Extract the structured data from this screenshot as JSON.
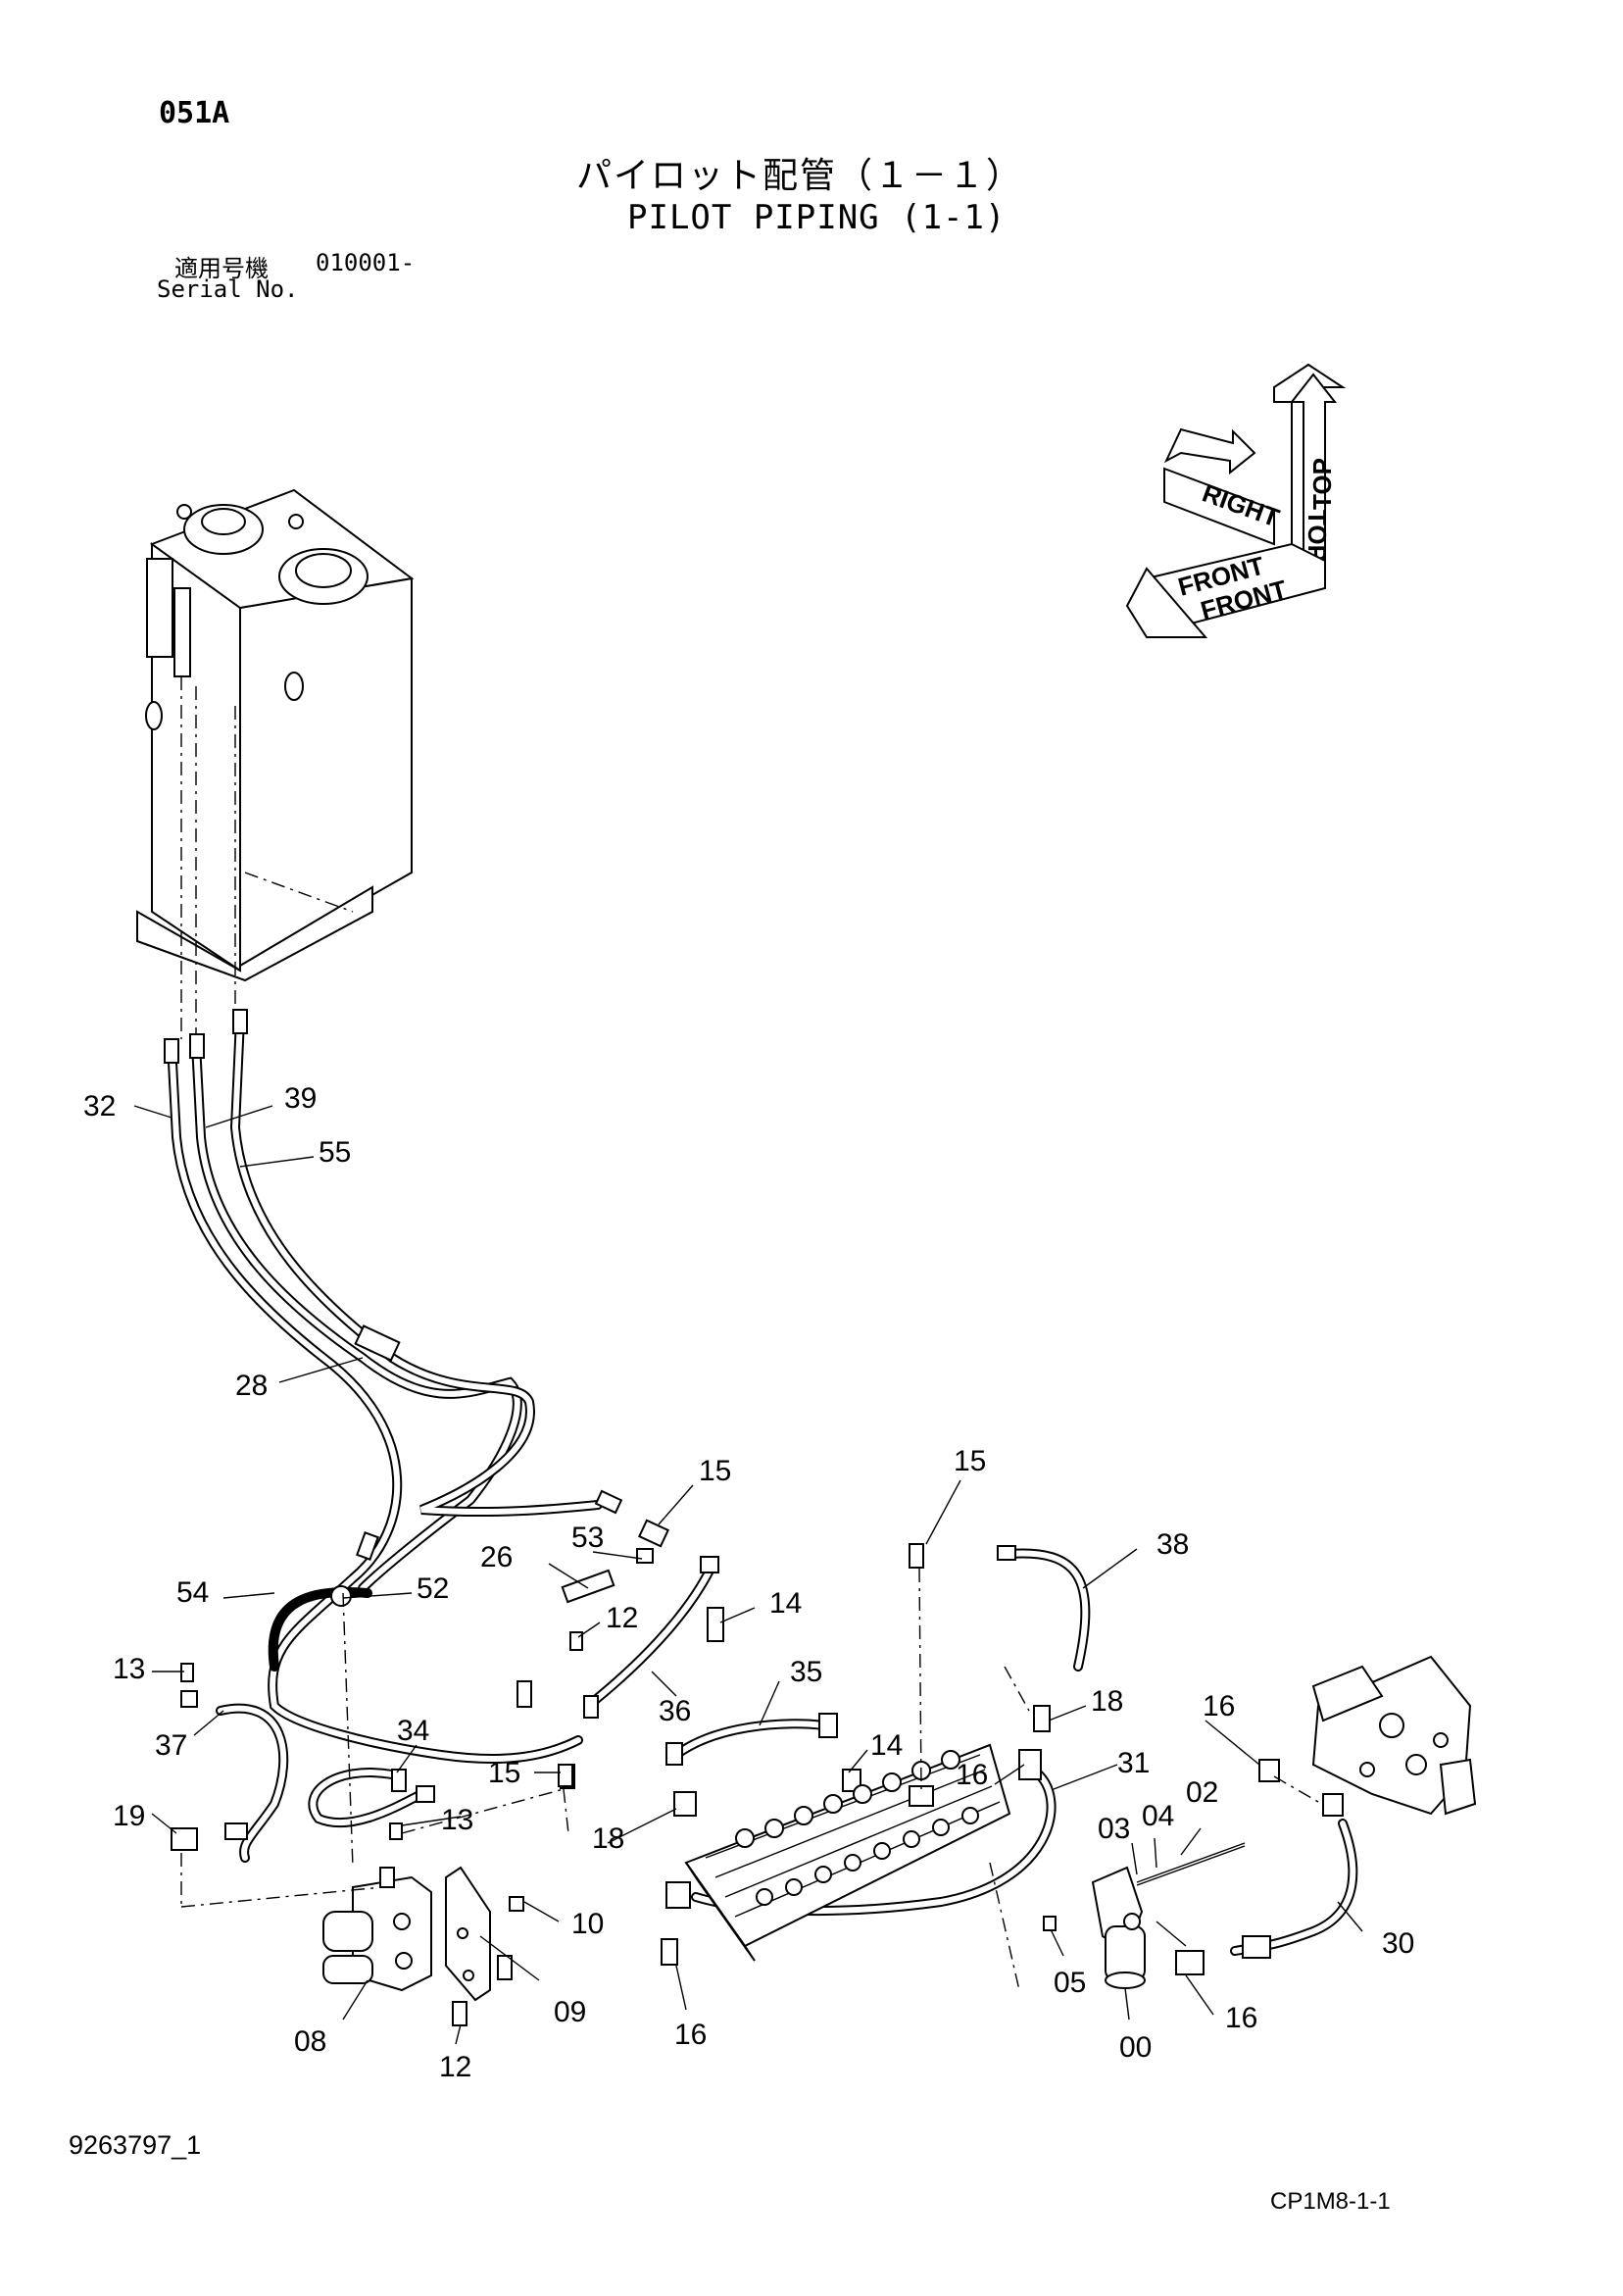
{
  "header": {
    "page_code": "051A",
    "title_jp": "パイロット配管（１－１）",
    "title_en": "PILOT PIPING (1-1)",
    "serial_label_jp": "適用号機",
    "serial_value": "010001-",
    "serial_label_en": "Serial No."
  },
  "orientation": {
    "top": "TOP",
    "right": "RIGHT",
    "front": "FRONT"
  },
  "part_labels": [
    "32",
    "39",
    "55",
    "28",
    "54",
    "52",
    "26",
    "53",
    "15",
    "15",
    "14",
    "12",
    "38",
    "13",
    "37",
    "34",
    "13",
    "19",
    "15",
    "36",
    "35",
    "18",
    "14",
    "16",
    "31",
    "16",
    "18",
    "03",
    "04",
    "02",
    "10",
    "08",
    "09",
    "12",
    "16",
    "05",
    "00",
    "16",
    "30"
  ],
  "footer": {
    "doc_id": "9263797_1",
    "sheet_code": "CP1M8-1-1"
  }
}
